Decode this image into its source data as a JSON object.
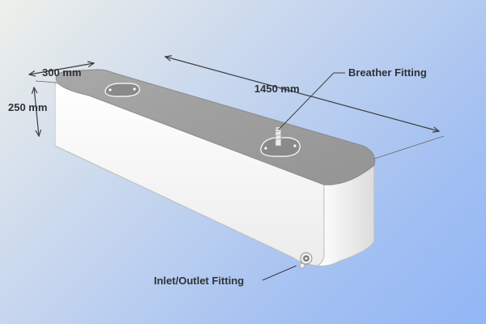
{
  "diagram": {
    "subject": "Rectangular water tank with rounded corners",
    "dimensions": {
      "length": "1450 mm",
      "width": "300 mm",
      "height": "250 mm"
    },
    "callouts": {
      "breather": "Breather Fitting",
      "inlet_outlet": "Inlet/Outlet Fitting"
    },
    "colors": {
      "background_light": "#eef0ea",
      "background_blue": "#92b6f6",
      "tank_side": "#f4f4f4",
      "tank_top": "#9d9d9d",
      "dimension_line": "#4a4a4a"
    }
  }
}
